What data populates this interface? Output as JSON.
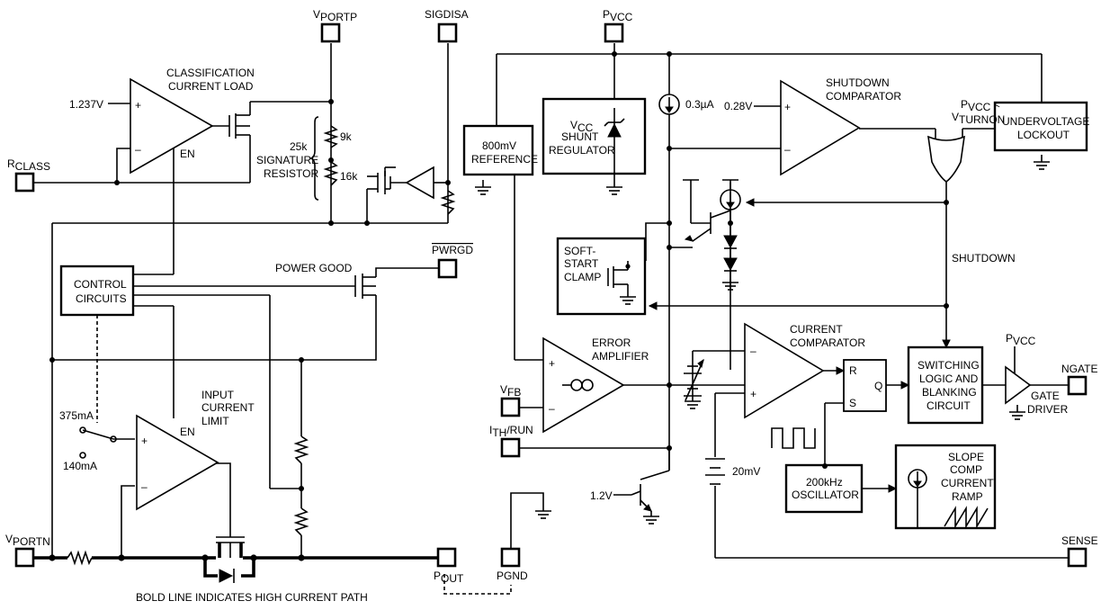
{
  "pins": {
    "vportp": "VPORTP",
    "sigdisa": "SIGDISA",
    "pvcc_top": "PVCC",
    "rclass": "RCLASS",
    "pwrgd": "PWRGD",
    "vportn": "VPORTN",
    "pout": "POUT",
    "pgnd": "PGND",
    "vfb": "VFB",
    "ith_run": "ITH/RUN",
    "ngate": "NGATE",
    "sense": "SENSE",
    "pvcc_gate": "PVCC"
  },
  "blocks": {
    "classification_l1": "CLASSIFICATION",
    "classification_l2": "CURRENT LOAD",
    "control_l1": "CONTROL",
    "control_l2": "CIRCUITS",
    "ref_l1": "800mV",
    "ref_l2": "REFERENCE",
    "shunt_l1": "VCC",
    "shunt_l2": "SHUNT",
    "shunt_l3": "REGULATOR",
    "shutdown_cmp_l1": "SHUTDOWN",
    "shutdown_cmp_l2": "COMPARATOR",
    "uvlo_l1": "UNDERVOLTAGE",
    "uvlo_l2": "LOCKOUT",
    "softstart_l1": "SOFT-",
    "softstart_l2": "START",
    "softstart_l3": "CLAMP",
    "error_amp_l1": "ERROR",
    "error_amp_l2": "AMPLIFIER",
    "current_cmp_l1": "CURRENT",
    "current_cmp_l2": "COMPARATOR",
    "switching_l1": "SWITCHING",
    "switching_l2": "LOGIC AND",
    "switching_l3": "BLANKING",
    "switching_l4": "CIRCUIT",
    "gate_driver_l1": "GATE",
    "gate_driver_l2": "DRIVER",
    "oscillator_l1": "200kHz",
    "oscillator_l2": "OSCILLATOR",
    "slope_l1": "SLOPE",
    "slope_l2": "COMP",
    "slope_l3": "CURRENT",
    "slope_l4": "RAMP",
    "input_limit_l1": "INPUT",
    "input_limit_l2": "CURRENT",
    "input_limit_l3": "LIMIT",
    "signature_l1": "25k",
    "signature_l2": "SIGNATURE",
    "signature_l3": "RESISTOR"
  },
  "labels": {
    "v1237": "1.237V",
    "en1": "EN",
    "en2": "EN",
    "r9k": "9k",
    "r16k": "16k",
    "power_good": "POWER GOOD",
    "i375": "375mA",
    "i140": "140mA",
    "bold_note": "BOLD LINE INDICATES HIGH CURRENT PATH",
    "i03ua": "0.3µA",
    "v028": "0.28V",
    "pvcc_lt": "PVCC <",
    "vturnon": "VTURNON",
    "shutdown": "SHUTDOWN",
    "v12": "1.2V",
    "mv20": "20mV",
    "r": "R",
    "s": "S",
    "q": "Q",
    "plus": "+",
    "minus": "–"
  }
}
